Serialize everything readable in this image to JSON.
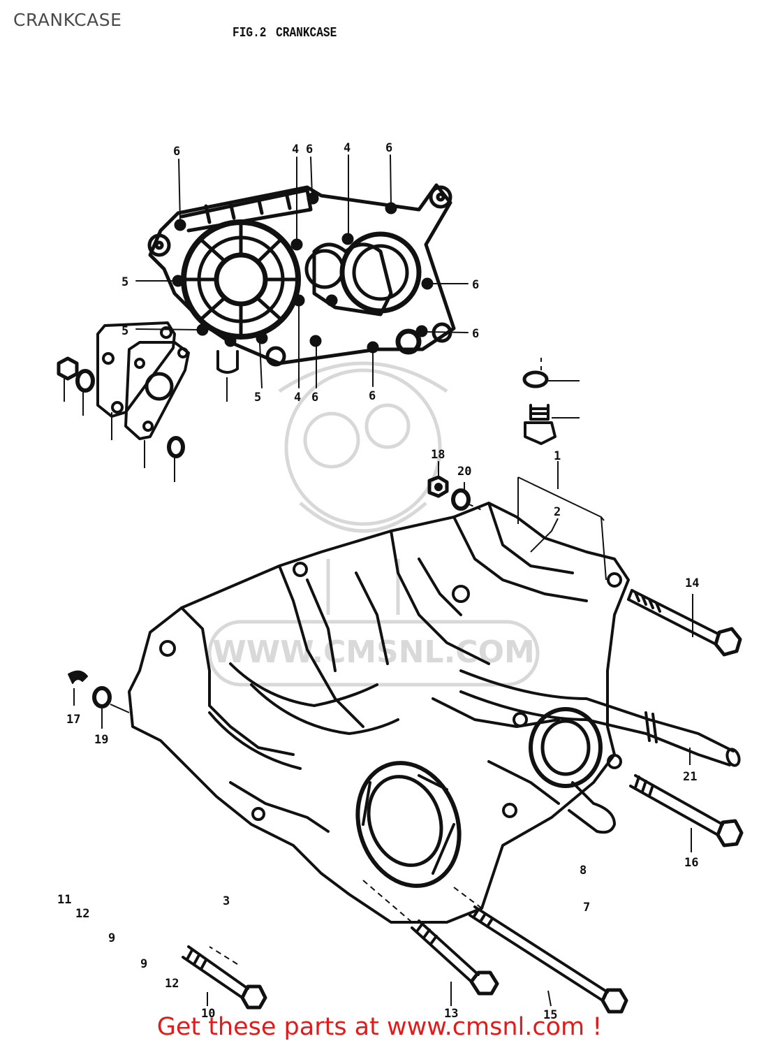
{
  "header": {
    "page_title": "CRANKCASE",
    "fig_number": "FIG.2",
    "fig_title": "CRANKCASE"
  },
  "watermark": {
    "text": "WWW.CMSNL.COM",
    "color": "#cccccc"
  },
  "top_view_callouts": [
    "6",
    "4",
    "6",
    "4",
    "6",
    "5",
    "5",
    "6",
    "6",
    "5",
    "4",
    "6",
    "6"
  ],
  "exploded_view_callouts": [
    "1",
    "2",
    "3",
    "7",
    "8",
    "9",
    "9",
    "10",
    "11",
    "12",
    "12",
    "13",
    "14",
    "15",
    "16",
    "17",
    "18",
    "19",
    "20",
    "21"
  ],
  "footer": {
    "text": "Get these parts at www.cmsnl.com !",
    "color": "#e21a1a"
  }
}
